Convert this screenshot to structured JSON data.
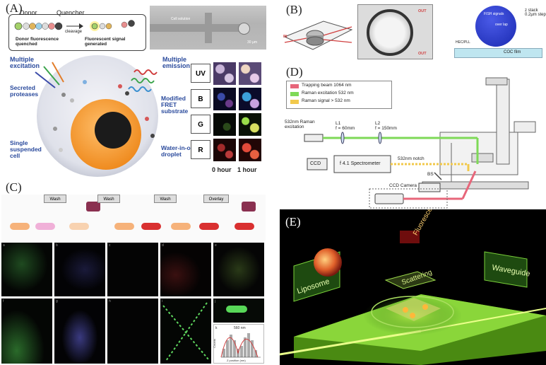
{
  "panels": {
    "a": {
      "label": "(A)",
      "donor": "Donor",
      "quencher": "Quencher",
      "cleavage": "cleavage",
      "quenched": "Donor fluorescence\nquenched",
      "generated": "Fluorescent signal\ngenerated",
      "multiple_excitation": "Multiple\nexcitation",
      "multiple_emission": "Multiple\nemission",
      "secreted_proteases": "Secreted\nproteases",
      "modified_fret": "Modified\nFRET\nsubstrate",
      "single_cell": "Single\nsuspended\ncell",
      "water_in_oil": "Water-in-oil\ndroplet",
      "channels": [
        "UV",
        "B",
        "G",
        "R"
      ],
      "time_0": "0 hour",
      "time_1": "1 hour",
      "micro_label": "Cell solution",
      "scale": "30 µm"
    },
    "b": {
      "label": "(B)",
      "in": "IN",
      "out1": "OUT",
      "out2": "OUT",
      "fish": "FISH signals",
      "overlap": "over lap",
      "zstack": "z stack\n0.2µm step",
      "hec": "HEC/PLL",
      "coc": "COC film"
    },
    "d": {
      "label": "(D)",
      "legend": [
        "Trapping beam 1064 nm",
        "Raman excitation 532 nm",
        "Raman signal > 532 nm"
      ],
      "legend_colors": [
        "#e7667a",
        "#7ed957",
        "#f2c94c"
      ],
      "raman_exc": "532nm Raman\nexcitation",
      "l1": "L1\nf = 60mm",
      "l2": "L2\nf = 150mm",
      "notch": "532nm notch",
      "ccd": "CCD",
      "spectrometer": "f 4.1 Spectrometer",
      "bs": "BS",
      "ccd_camera": "CCD Camera"
    },
    "c": {
      "label": "(C)",
      "wash": [
        "Wash",
        "Wash",
        "Wash"
      ],
      "overlay": "Overlay",
      "tile_letters_top": [
        "a",
        "b",
        "c",
        "d",
        "e"
      ],
      "tile_letters_bottom": [
        "f",
        "g",
        "h",
        "i",
        "j"
      ],
      "hist_title": "560 nm",
      "hist_x": "Z position (nm)",
      "hist_y": "Counts",
      "hist_k": "k"
    },
    "e": {
      "label": "(E)",
      "fluorescence": "Fluorescence",
      "scattering": "Scattering",
      "liposome": "Liposome",
      "waveguide": "Waveguide"
    }
  }
}
